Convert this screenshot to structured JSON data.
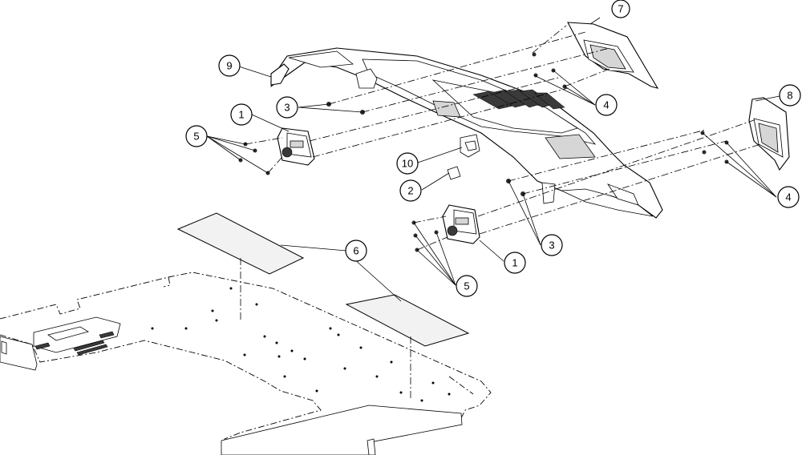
{
  "diagram": {
    "type": "exploded-parts-diagram",
    "callouts": [
      {
        "label": "1"
      },
      {
        "label": "1"
      },
      {
        "label": "2"
      },
      {
        "label": "3"
      },
      {
        "label": "3"
      },
      {
        "label": "4"
      },
      {
        "label": "4"
      },
      {
        "label": "5"
      },
      {
        "label": "5"
      },
      {
        "label": "6"
      },
      {
        "label": "7"
      },
      {
        "label": "8"
      },
      {
        "label": "9"
      },
      {
        "label": "10"
      }
    ],
    "colors": {
      "line": "#000000",
      "background": "#ffffff",
      "shade": "#d6d6d6"
    }
  }
}
